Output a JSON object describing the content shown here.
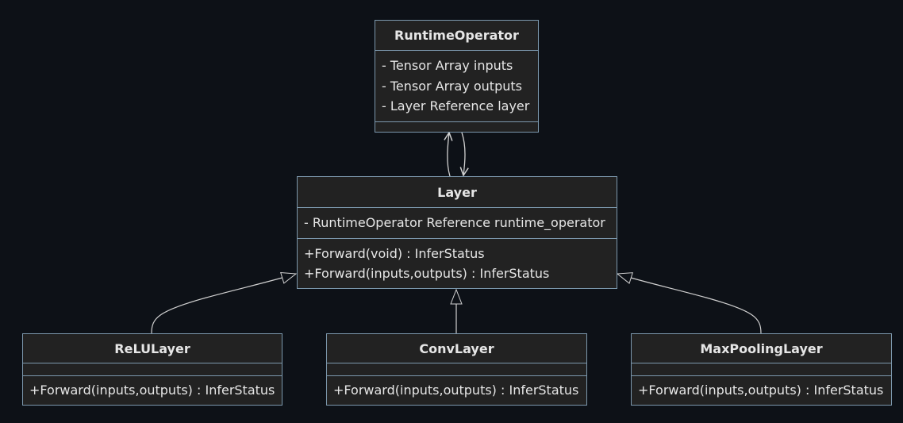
{
  "diagram": {
    "classes": {
      "runtime_operator": {
        "name": "RuntimeOperator",
        "attributes": [
          "- Tensor Array inputs",
          "- Tensor Array outputs",
          "- Layer Reference layer"
        ],
        "methods": []
      },
      "layer": {
        "name": "Layer",
        "attributes": [
          "- RuntimeOperator Reference runtime_operator"
        ],
        "methods": [
          "+Forward(void) : InferStatus",
          "+Forward(inputs,outputs) : InferStatus"
        ]
      },
      "relu_layer": {
        "name": "ReLULayer",
        "attributes": [],
        "methods": [
          "+Forward(inputs,outputs) : InferStatus"
        ]
      },
      "conv_layer": {
        "name": "ConvLayer",
        "attributes": [],
        "methods": [
          "+Forward(inputs,outputs) : InferStatus"
        ]
      },
      "maxpooling_layer": {
        "name": "MaxPoolingLayer",
        "attributes": [],
        "methods": [
          "+Forward(inputs,outputs) : InferStatus"
        ]
      }
    },
    "relations": [
      {
        "from": "layer",
        "to": "runtime_operator",
        "type": "association"
      },
      {
        "from": "runtime_operator",
        "to": "layer",
        "type": "association"
      },
      {
        "from": "relu_layer",
        "to": "layer",
        "type": "inheritance"
      },
      {
        "from": "conv_layer",
        "to": "layer",
        "type": "inheritance"
      },
      {
        "from": "maxpooling_layer",
        "to": "layer",
        "type": "inheritance"
      }
    ],
    "colors": {
      "background": "#0d1117",
      "box_fill": "#222222",
      "box_border": "#7c98ad",
      "text": "#e6e6e6",
      "edge": "#d0d0d0"
    }
  }
}
